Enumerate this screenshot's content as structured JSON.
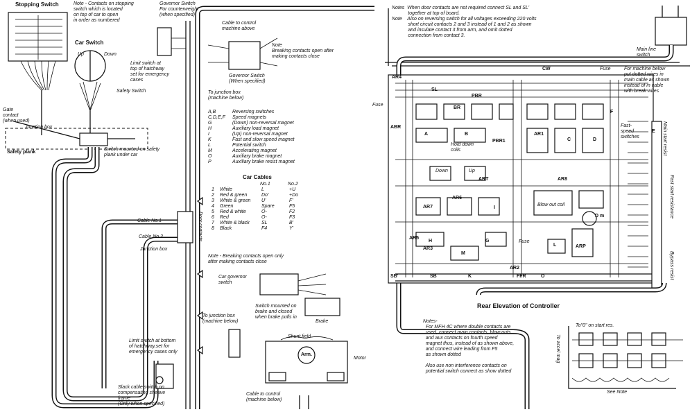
{
  "left": {
    "stopping_switch": "Stopping Switch",
    "stopping_note": "Note - Contacts on stopping\nswitch which is located\non top of car to open\nin order as numbered",
    "car_switch": "Car Switch",
    "up": "Up",
    "down": "Down",
    "limit_top": "Limit switch at\ntop of hatchway\nset for emergency\ncases",
    "safety_switch": "Safety Switch",
    "gate_contact": "Gate\ncontact\n(when used)",
    "junction_box": "Junction box",
    "safety_plank": "Safety plank",
    "switch_plank": "Switch mounted on safety\nplank under car",
    "governor_switch_top": "Governor Switch\nFor counterweight\n(when specified)",
    "cable_to_machine": "Cable to control\nmachine above",
    "breaking_note": "Note\nBreaking contacts open after\nmaking contacts close",
    "governor_switch2": "Governor Switch\n(When specified)",
    "to_junction_below": "To junction box\n(machine below)",
    "legend": [
      {
        "key": "A,B",
        "desc": "Reversing switches"
      },
      {
        "key": "C,D,E,F",
        "desc": "Speed magnets"
      },
      {
        "key": "G",
        "desc": "(Down) non-reversal magnet"
      },
      {
        "key": "H",
        "desc": "Auxiliary load magnet"
      },
      {
        "key": "I",
        "desc": "(Up) non-reversal magnet"
      },
      {
        "key": "K",
        "desc": "Fast and slow speed magnet"
      },
      {
        "key": "L",
        "desc": "Potential switch"
      },
      {
        "key": "M",
        "desc": "Accelerating magnet"
      },
      {
        "key": "O",
        "desc": "Auxiliary brake magnet"
      },
      {
        "key": "P",
        "desc": "Auxiliary brake resist magnet"
      }
    ],
    "car_cables_title": "Car Cables",
    "car_cables_cols": [
      "No.1",
      "No.2"
    ],
    "car_cables": [
      {
        "n": "1",
        "color": "White",
        "c1": "L",
        "c2": "+U"
      },
      {
        "n": "2",
        "color": "Red & green",
        "c1": "Do'",
        "c2": "+Do"
      },
      {
        "n": "3",
        "color": "White & green",
        "c1": "U'",
        "c2": "F'"
      },
      {
        "n": "4",
        "color": "Green",
        "c1": "Spare",
        "c2": "F5"
      },
      {
        "n": "5",
        "color": "Red & white",
        "c1": "O-",
        "c2": "F2"
      },
      {
        "n": "6",
        "color": "Red",
        "c1": "O-",
        "c2": "F3"
      },
      {
        "n": "7",
        "color": "White & black",
        "c1": "SL",
        "c2": "B'"
      },
      {
        "n": "8",
        "color": "Black",
        "c1": "F4",
        "c2": "Y'"
      }
    ],
    "cable1": "Cable No.1",
    "cable2": "Cable No.2",
    "junction_box2": "Junction box",
    "door_contacts": "Door contacts",
    "breaking_note2": "Note - Breaking contacts open only\nafter making contacts close",
    "car_governor": "Car governor\nswitch",
    "limit_bottom": "Limit switch at bottom\nof hatchway,set for\nemergency cases only",
    "slack_cable": "Slack cable switch on\ncompensating sheave\nframe\n(Only when specified)",
    "to_junction_below2": "To junction box\n(machine below)",
    "brake_switch": "Switch mounted on\nbrake and closed\nwhen brake pulls in",
    "brake": "Brake",
    "shunt_field": "Shunt field",
    "arm": "Arm.",
    "motor": "Motor",
    "cable_to_control": "Cable to control\n(machine below)"
  },
  "right": {
    "notes_top": "Notes  When door contacts are not required connect SL and SL'\n            together at top of board.\nNote    Also on reversing switch for all voltages exceeding 220 volts\n            short circuit contacts 2 and 3 instead of 1 and 2 as shown\n            and insulate contact 3 from arm, and omit dotted\n            connection from contact 3.",
    "main_line_switch": "Main line\nswitch",
    "machine_note": "For machine below\nput dotted wires in\nmain cable as shown\ninstead of in cable\nwith break wires",
    "fuse": "Fuse",
    "fast_speed": "Fast-\nspeed\nswitches",
    "main_start_resist": "Main start resist",
    "fast_start_resistance": "Fast start resistance",
    "bypass_resist": "Bypass resist",
    "hold_down": "Hold down\ncoils",
    "down": "Down",
    "up": "Up",
    "blow_out": "Blow out coil",
    "rear_elevation": "Rear Elevation of Controller",
    "notes_bottom": "Notes-\n  For MFH 4C where double contacts are\n  used, connect main contacts, blow-outs\n  and aux contacts on fourth speed\n  magnet thus, instead of as shown above,\n  and connect wire leading from F5\n  as shown dotted\n\n  Also use non interference contacts on\n  potential switch connect as show dotted",
    "to_start_res": "To\"0\" on start res.",
    "to_accel": "To accel mag",
    "see_note": "See Note",
    "labels": [
      "CW",
      "Fuse",
      "AR4",
      "SL",
      "PBR",
      "BR",
      "AR1",
      "ABR",
      "A",
      "B",
      "PBR1",
      "AR7",
      "AR6",
      "AR5",
      "ART",
      "AR2",
      "ARP",
      "SB'",
      "SB",
      "K",
      "FFR",
      "O",
      "I",
      "G",
      "H",
      "M",
      "L",
      "E",
      "C",
      "D",
      "F",
      "AR3",
      "AR8",
      "D m",
      "Fuse"
    ]
  }
}
